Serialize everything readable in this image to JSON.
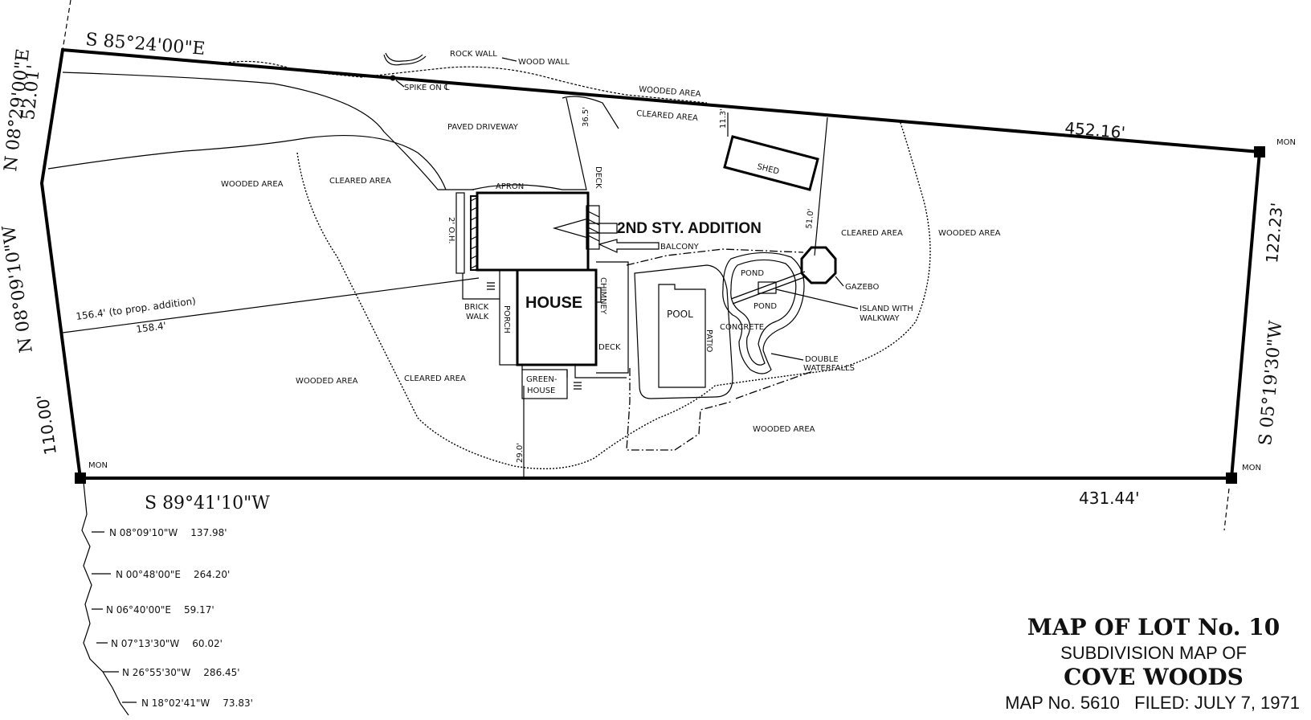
{
  "boundary": {
    "north_bearing": "S 85°24'00\"E",
    "north_distance": "452.16'",
    "south_bearing": "S 89°41'10\"W",
    "south_distance": "431.44'",
    "east_bearing": "S 05°19'30\"W",
    "east_distance": "122.23'",
    "west_bearing": "N 08°09'10\"W",
    "west_distance": "110.00'",
    "nw_bearing": "N 08°29'00\"E",
    "nw_distance": "52.01'",
    "mon_label": "MON"
  },
  "labels": {
    "rock_wall": "ROCK WALL",
    "wood_wall": "WOOD WALL",
    "spike": "SPIKE ON ℄",
    "wooded_area": "WOODED AREA",
    "cleared_area": "CLEARED AREA",
    "paved_driveway": "PAVED DRIVEWAY",
    "apron": "APRON",
    "deck": "DECK",
    "shed": "SHED",
    "addition": "2ND STY. ADDITION",
    "balcony": "BALCONY",
    "house": "HOUSE",
    "chimney": "CHIMNEY",
    "porch": "PORCH",
    "brick_walk": [
      "BRICK",
      "WALK"
    ],
    "greenhouse": [
      "GREEN-",
      "HOUSE"
    ],
    "pool": "POOL",
    "concrete_patio": [
      "CONCRETE",
      "PATIO"
    ],
    "pond": "POND",
    "gazebo": "GAZEBO",
    "island": [
      "ISLAND WITH",
      "WALKWAY"
    ],
    "waterfalls": [
      "DOUBLE",
      "WATERFALLS"
    ],
    "overhang": "2' O.H."
  },
  "dimensions": {
    "d365": "36.5'",
    "d113": "11.3'",
    "d510": "51.0'",
    "d290": "29.0'",
    "d1564": "156.4' (to prop. addition)",
    "d1584": "158.4'"
  },
  "tie_lines": [
    {
      "bearing": "N 08°09'10\"W",
      "distance": "137.98'"
    },
    {
      "bearing": "N 00°48'00\"E",
      "distance": "264.20'"
    },
    {
      "bearing": "N 06°40'00\"E",
      "distance": "59.17'"
    },
    {
      "bearing": "N 07°13'30\"W",
      "distance": "60.02'"
    },
    {
      "bearing": "N 26°55'30\"W",
      "distance": "286.45'"
    },
    {
      "bearing": "N 18°02'41\"W",
      "distance": "73.83'"
    }
  ],
  "title_block": {
    "line1": "MAP OF LOT No. 10",
    "line2": "SUBDIVISION MAP OF",
    "line3": "COVE WOODS",
    "line4": "MAP No. 5610   FILED: JULY 7, 1971"
  }
}
